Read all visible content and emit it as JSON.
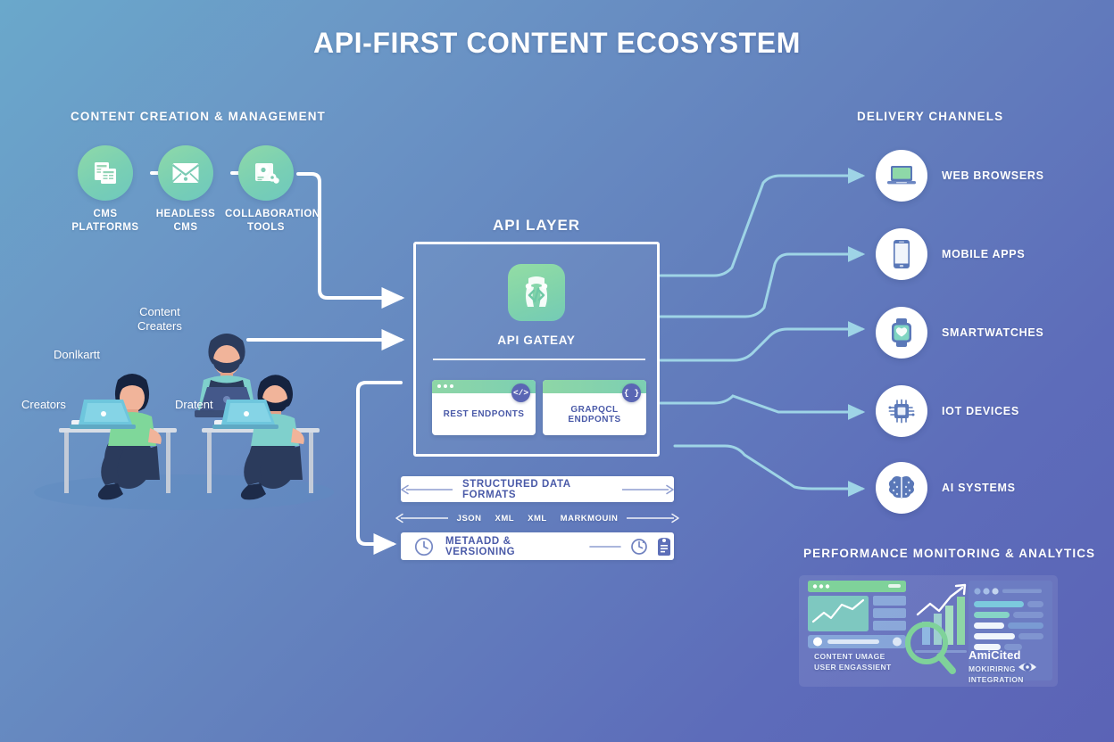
{
  "title": "API-FIRST CONTENT ECOSYSTEM",
  "sections": {
    "content_creation": "CONTENT CREATION & MANAGEMENT",
    "delivery": "DELIVERY CHANNELS",
    "api_layer": "API LAYER",
    "performance": "PERFORMANCE MONITORING & ANALYTICS"
  },
  "cms_pipeline": [
    {
      "label": "CMS\nPLATFORMS",
      "icon": "documents-icon"
    },
    {
      "label": "HEADLESS\nCMS",
      "icon": "envelope-icon"
    },
    {
      "label": "COLLABORATION\nTOOLS",
      "icon": "gear-collaboration-icon"
    }
  ],
  "people_labels": [
    {
      "text": "Content\nCreaters"
    },
    {
      "text": "Donlkartt"
    },
    {
      "text": "Creators"
    },
    {
      "text": "Dratent"
    }
  ],
  "api_layer": {
    "gateway_label": "API GATEAY",
    "gateway_icon": "code-brackets-icon",
    "endpoints": [
      {
        "label": "REST ENDPONTS",
        "badge": "</>"
      },
      {
        "label": "GRAPQCL ENDPONTS",
        "badge": "{ }"
      }
    ]
  },
  "data_formats": {
    "bar_label": "STRUCTURED DATA FORMATS",
    "tokens": [
      "JSON",
      "XML",
      "XML",
      "MARKMOUIN"
    ],
    "meta_label": "METAADD & VERSIONING",
    "meta_icons": [
      "clock-icon",
      "sync-icon",
      "tag-document-icon"
    ]
  },
  "delivery_channels": [
    {
      "label": "WEB BROWSERS",
      "icon": "laptop-icon"
    },
    {
      "label": "MOBILE APPS",
      "icon": "smartphone-icon"
    },
    {
      "label": "SMARTWATCHES",
      "icon": "smartwatch-icon"
    },
    {
      "label": "IOT DEVICES",
      "icon": "chip-icon"
    },
    {
      "label": "AI SYSTEMS",
      "icon": "brain-icon"
    }
  ],
  "analytics": {
    "caption_left": "CONTENT UMAGE\nUSER ENGASSIENT",
    "brand": "AmiCited",
    "caption_right": "MOKIRIRNG\nINTEGRATION",
    "eye_icon": "eye-icon"
  },
  "colors": {
    "bg_start": "#6aa8cb",
    "bg_end": "#5b63b6",
    "accent_green": "#8ed6a6",
    "accent_teal": "#74cbb6",
    "connector": "#9ed4e6",
    "badge_purple": "#5a66b4",
    "card_text": "#4a5aa8"
  }
}
